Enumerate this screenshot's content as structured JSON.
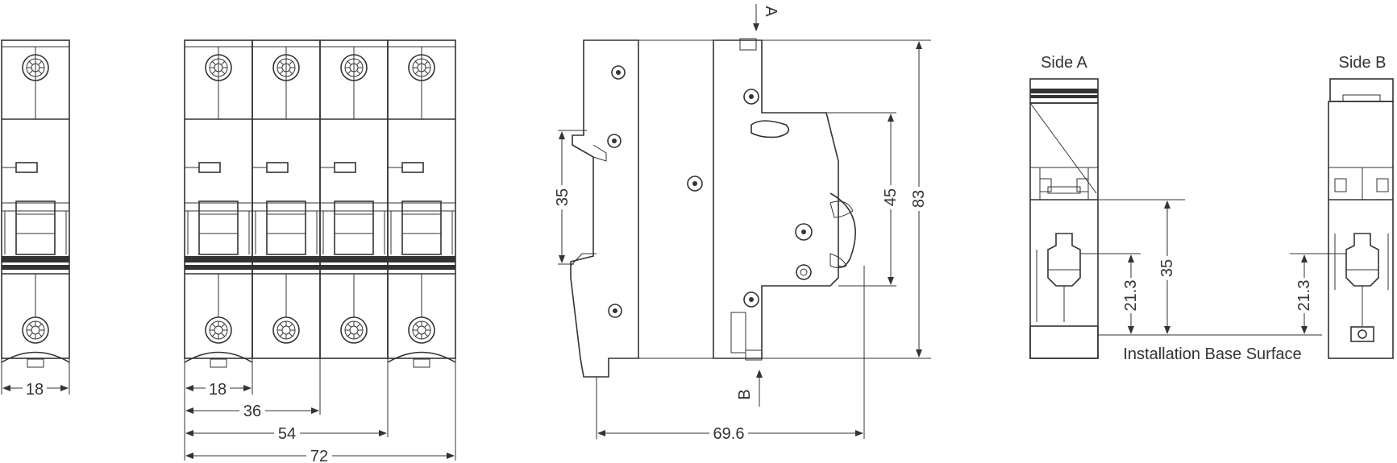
{
  "diagram": {
    "dimensions": {
      "single_pole_width": "18",
      "pole_width": "18",
      "two_pole_width": "36",
      "three_pole_width": "54",
      "four_pole_width": "72",
      "rail_width": "35",
      "body_height_inner": "45",
      "body_height": "83",
      "depth": "69.6",
      "sideA_rail": "35",
      "sideA_offset": "21.3",
      "sideB_offset": "21.3"
    },
    "labels": {
      "side_a": "Side A",
      "side_b": "Side B",
      "view_a": "A",
      "view_b": "B",
      "installation": "Installation Base Surface"
    }
  }
}
